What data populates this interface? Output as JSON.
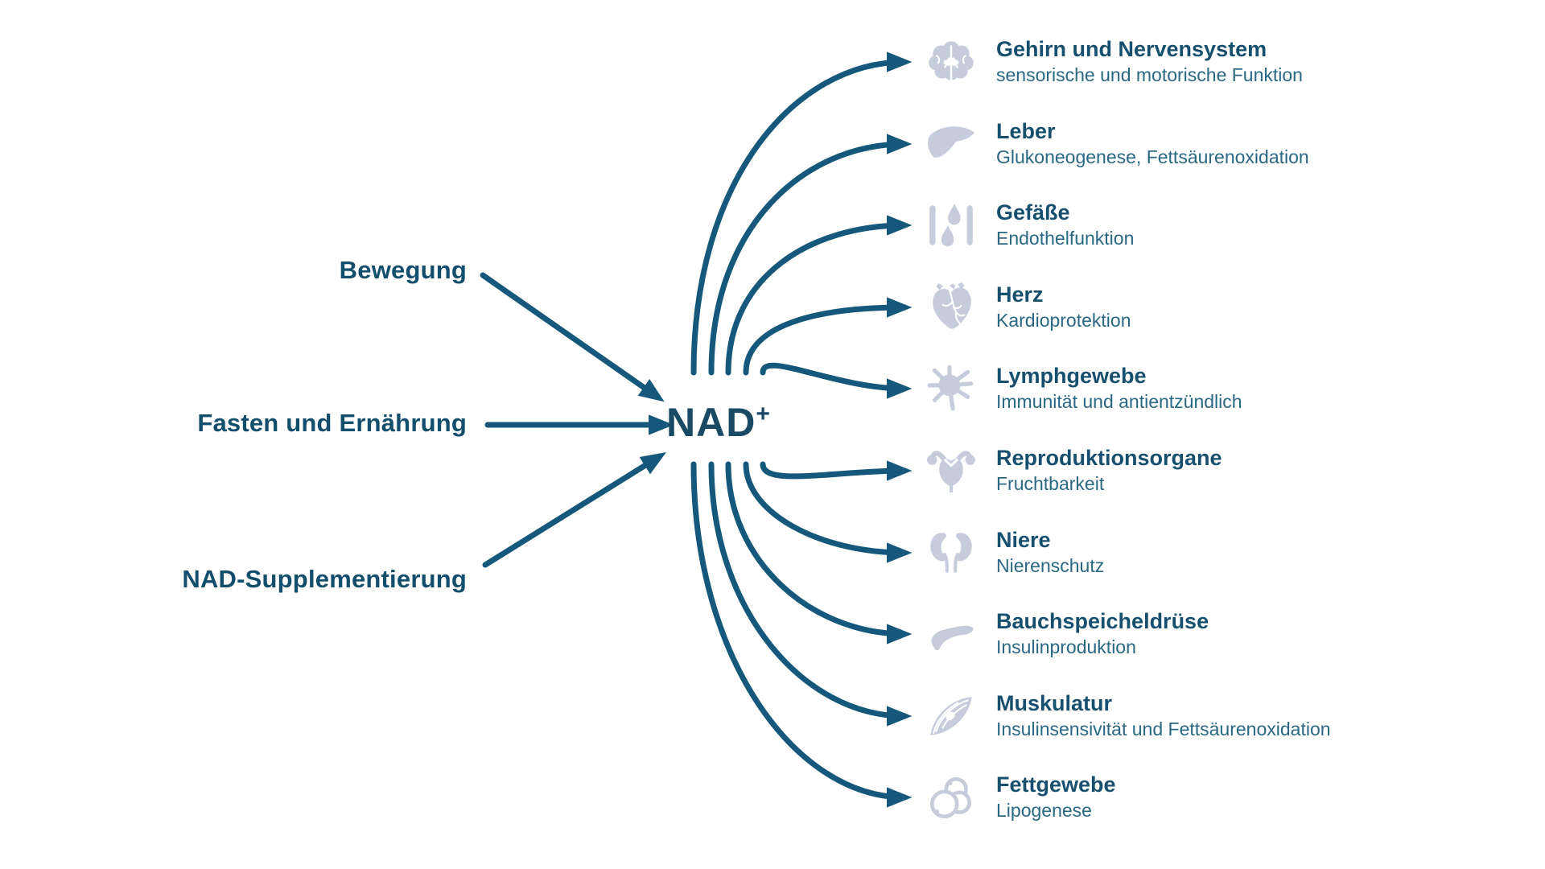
{
  "diagram": {
    "hub": {
      "label": "NAD",
      "superscript": "+"
    },
    "inputs": [
      {
        "label": "Bewegung"
      },
      {
        "label": "Fasten und Ernährung"
      },
      {
        "label": "NAD-Supplementierung"
      }
    ],
    "outputs": [
      {
        "title": "Gehirn und Nervensystem",
        "subtitle": "sensorische und motorische Funktion",
        "icon": "brain-icon"
      },
      {
        "title": "Leber",
        "subtitle": "Glukoneogenese, Fettsäurenoxidation",
        "icon": "liver-icon"
      },
      {
        "title": "Gefäße",
        "subtitle": "Endothelfunktion",
        "icon": "blood-vessels-icon"
      },
      {
        "title": "Herz",
        "subtitle": "Kardioprotektion",
        "icon": "heart-icon"
      },
      {
        "title": "Lymphgewebe",
        "subtitle": "Immunität und antientzündlich",
        "icon": "lymph-node-icon"
      },
      {
        "title": "Reproduktionsorgane",
        "subtitle": "Fruchtbarkeit",
        "icon": "uterus-icon"
      },
      {
        "title": "Niere",
        "subtitle": "Nierenschutz",
        "icon": "kidneys-icon"
      },
      {
        "title": "Bauchspeicheldrüse",
        "subtitle": "Insulinproduktion",
        "icon": "pancreas-icon"
      },
      {
        "title": "Muskulatur",
        "subtitle": "Insulinsensivität und Fettsäurenoxidation",
        "icon": "muscle-icon"
      },
      {
        "title": "Fettgewebe",
        "subtitle": "Lipogenese",
        "icon": "fat-tissue-icon"
      }
    ],
    "colors": {
      "arrow": "#15587B",
      "hub_text": "#1A4A63",
      "input_text": "#134E6D",
      "organ_title_text": "#17506E",
      "organ_subtitle_text": "#2A6883",
      "organ_icon": "#C7CCDD"
    }
  }
}
